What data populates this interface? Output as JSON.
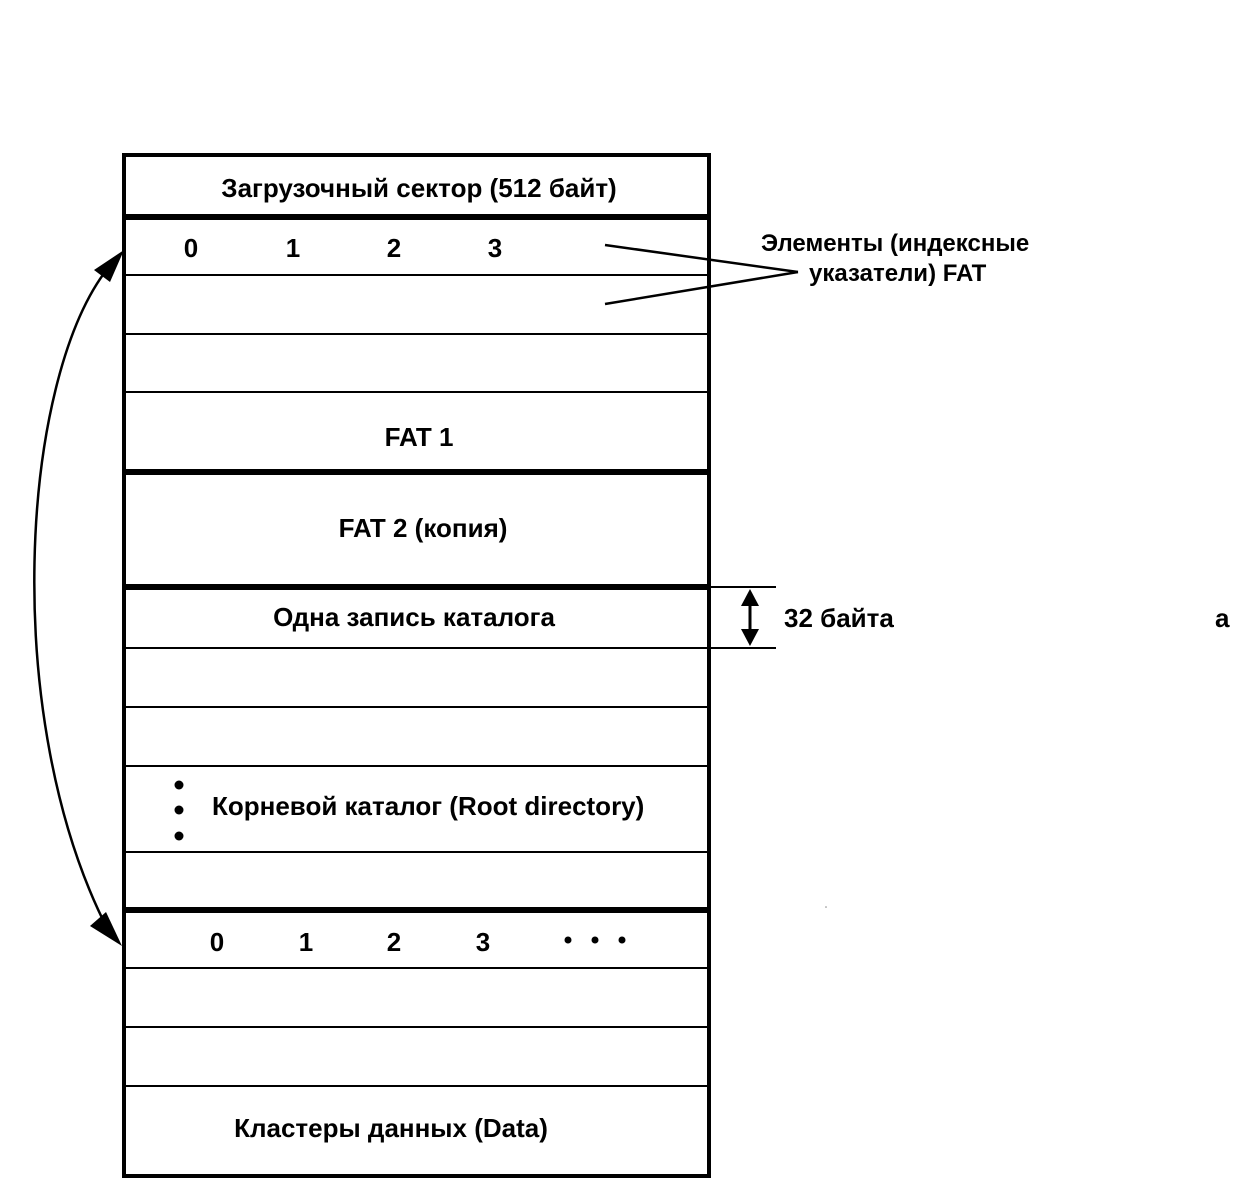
{
  "boot_sector": {
    "label": "Загрузочный сектор (512 байт)"
  },
  "fat1": {
    "indices": [
      "0",
      "1",
      "2",
      "3"
    ],
    "label": "FAT 1"
  },
  "fat_elements_callout": {
    "line1": "Элементы (индексные",
    "line2": "указатели) FAT"
  },
  "fat2": {
    "label": "FAT 2 (копия)"
  },
  "root_dir": {
    "record_label": "Одна запись каталога",
    "size_label": "32 байта",
    "label": "Корневой каталог (Root directory)"
  },
  "data": {
    "indices": [
      "0",
      "1",
      "2",
      "3"
    ],
    "label": "Кластеры данных  (Data)"
  },
  "edge_fragment": "а"
}
